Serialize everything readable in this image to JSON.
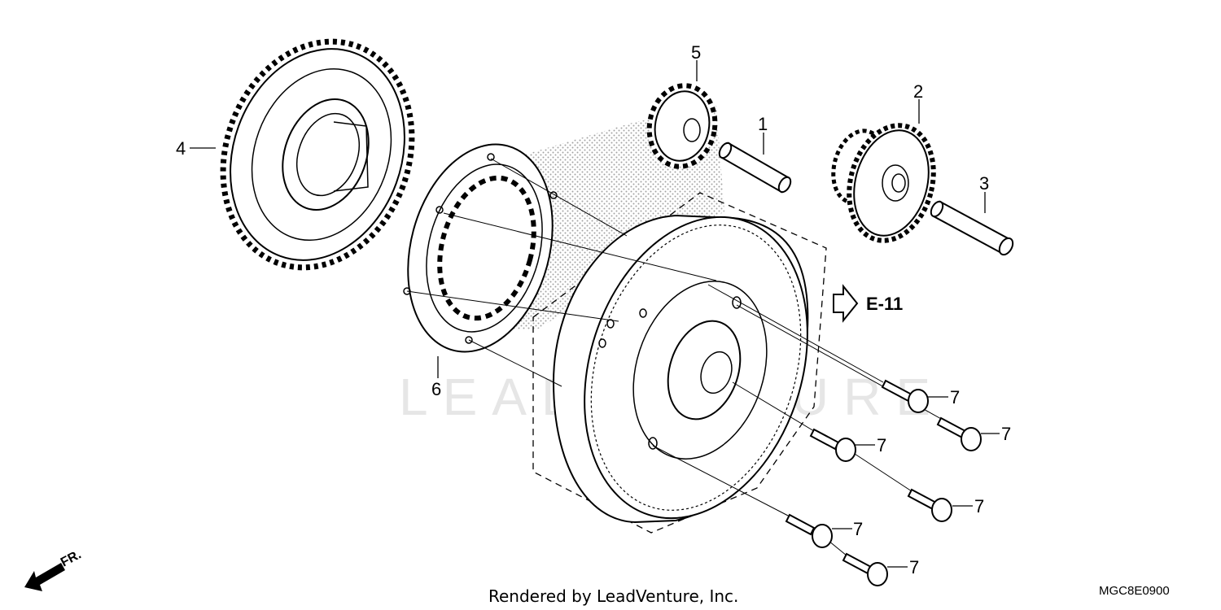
{
  "callouts": [
    {
      "id": "1",
      "label": "1"
    },
    {
      "id": "2",
      "label": "2"
    },
    {
      "id": "3",
      "label": "3"
    },
    {
      "id": "4",
      "label": "4"
    },
    {
      "id": "5",
      "label": "5"
    },
    {
      "id": "6",
      "label": "6"
    },
    {
      "id": "7",
      "label": "7"
    }
  ],
  "reference": {
    "label": "E-11"
  },
  "direction": {
    "label": "FR."
  },
  "watermark": "LEADVENTURE",
  "footer": {
    "credit": "Rendered by LeadVenture, Inc.",
    "diagram_code": "MGC8E0900"
  }
}
